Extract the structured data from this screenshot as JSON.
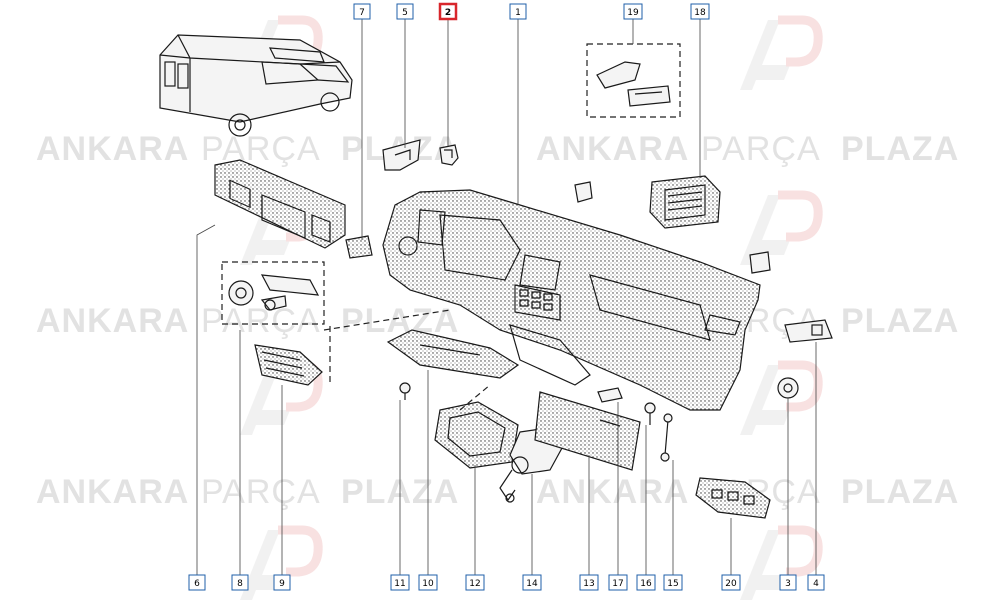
{
  "watermark": {
    "word1": "ANKARA",
    "word2": "PARÇA",
    "word3": "PLAZA",
    "logo": "AP"
  },
  "callouts": [
    {
      "id": "7",
      "highlight": false
    },
    {
      "id": "5",
      "highlight": false
    },
    {
      "id": "2",
      "highlight": true
    },
    {
      "id": "1",
      "highlight": false
    },
    {
      "id": "19",
      "highlight": false
    },
    {
      "id": "18",
      "highlight": false
    },
    {
      "id": "6",
      "highlight": false
    },
    {
      "id": "8",
      "highlight": false
    },
    {
      "id": "9",
      "highlight": false
    },
    {
      "id": "11",
      "highlight": false
    },
    {
      "id": "10",
      "highlight": false
    },
    {
      "id": "12",
      "highlight": false
    },
    {
      "id": "14",
      "highlight": false
    },
    {
      "id": "13",
      "highlight": false
    },
    {
      "id": "17",
      "highlight": false
    },
    {
      "id": "16",
      "highlight": false
    },
    {
      "id": "15",
      "highlight": false
    },
    {
      "id": "20",
      "highlight": false
    },
    {
      "id": "3",
      "highlight": false
    },
    {
      "id": "4",
      "highlight": false
    }
  ],
  "colors": {
    "callout_border": "#1f5fa8",
    "callout_highlight": "#d8262b",
    "watermark": "#e2e2e2",
    "logo_accent": "#f3c9c9"
  }
}
